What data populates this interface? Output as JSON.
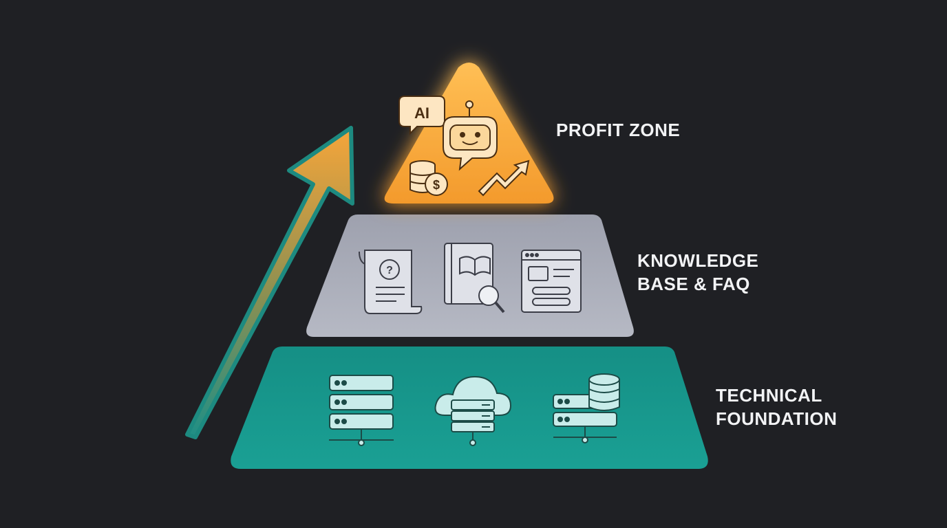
{
  "tiers": [
    {
      "id": "profit",
      "lines": [
        "PROFIT ZONE"
      ],
      "fill": "#f6a53a",
      "icons": [
        "ai-speech-bubble-icon",
        "robot-chat-icon",
        "coins-dollar-icon",
        "trend-up-arrow-icon"
      ],
      "ai_badge_text": "AI"
    },
    {
      "id": "knowledge",
      "lines": [
        "KNOWLEDGE",
        "BASE & FAQ"
      ],
      "fill": "#a9acb8",
      "icons": [
        "faq-scroll-icon",
        "book-search-icon",
        "web-page-icon"
      ]
    },
    {
      "id": "technical",
      "lines": [
        "TECHNICAL",
        "FOUNDATION"
      ],
      "fill": "#13968a",
      "icons": [
        "server-rack-icon",
        "cloud-server-icon",
        "database-server-icon"
      ]
    }
  ],
  "growth_arrow": {
    "icon": "growth-arrow-icon",
    "colors": [
      "#1f8f86",
      "#f6a53a"
    ]
  },
  "colors": {
    "background": "#1f2024",
    "label_text": "#f2f3f5",
    "glow": "#ffb347"
  }
}
